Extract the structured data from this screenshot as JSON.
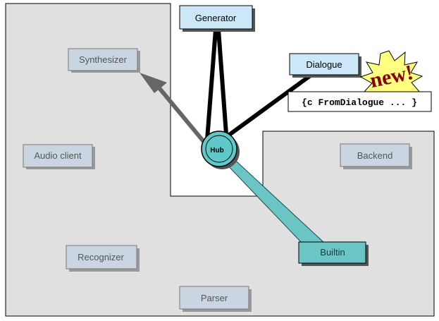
{
  "components": {
    "generator": "Generator",
    "dialogue": "Dialogue",
    "synthesizer": "Synthesizer",
    "audio_client": "Audio client",
    "backend": "Backend",
    "recognizer": "Recognizer",
    "builtin": "Builtin",
    "parser": "Parser"
  },
  "hub": {
    "label": "Hub"
  },
  "callout": {
    "text": "{c FromDialogue ... }"
  },
  "starburst": {
    "text": "new!"
  },
  "colors": {
    "active_box": "#cce8f8",
    "inactive_box": "#c9d6e2",
    "region_fill": "#e0e0e0",
    "hub_fill": "#5fc8c8",
    "builtin_fill": "#6cc5c5",
    "arrow_gray": "#666666",
    "starburst_fill": "#ffff80",
    "starburst_text": "#8b0000"
  }
}
